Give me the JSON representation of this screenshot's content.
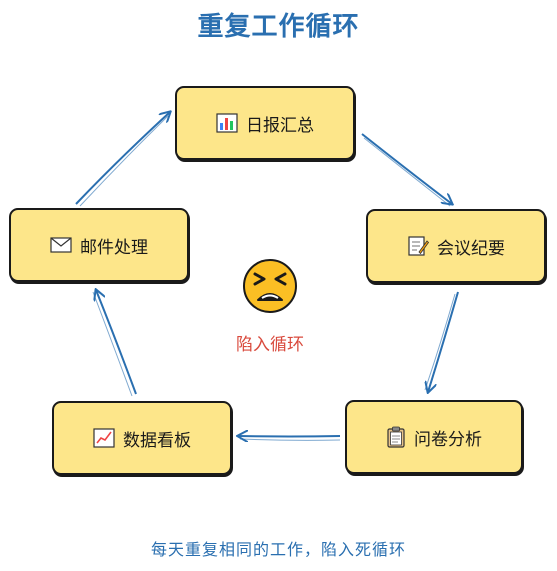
{
  "title": "重复工作循环",
  "nodes": {
    "daily_report": {
      "label": "日报汇总",
      "icon": "bar-chart-icon"
    },
    "meeting_notes": {
      "label": "会议纪要",
      "icon": "memo-icon"
    },
    "survey_analysis": {
      "label": "问卷分析",
      "icon": "clipboard-icon"
    },
    "data_dashboard": {
      "label": "数据看板",
      "icon": "line-chart-icon"
    },
    "email_handling": {
      "label": "邮件处理",
      "icon": "envelope-icon"
    }
  },
  "center": {
    "label": "陷入循环",
    "icon": "tired-face-icon"
  },
  "caption": "每天重复相同的工作，陷入死循环",
  "colors": {
    "title": "#2a6fb0",
    "node_fill": "#fde68a",
    "arrow": "#2a6fb0",
    "center_label": "#d94a3d"
  }
}
